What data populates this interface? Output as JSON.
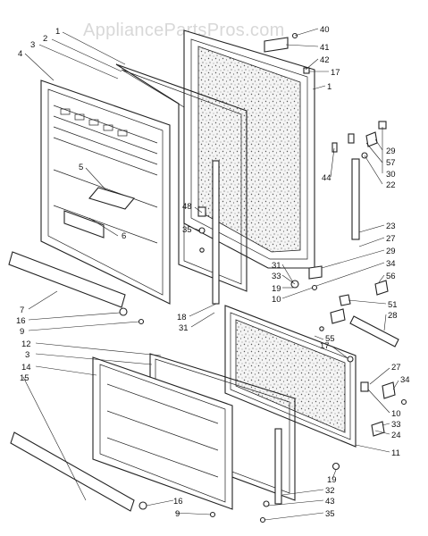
{
  "watermark": "AppliancePartsPros.com",
  "callouts": {
    "top_left": [
      "1",
      "2",
      "3",
      "4",
      "5",
      "6",
      "7",
      "16",
      "9"
    ],
    "top_middle": [
      "48",
      "35",
      "18",
      "31"
    ],
    "top_right": [
      "40",
      "41",
      "42",
      "17",
      "1",
      "44",
      "29",
      "57",
      "30",
      "22",
      "23",
      "27",
      "29",
      "34",
      "56",
      "31",
      "33",
      "19",
      "10",
      "51",
      "28"
    ],
    "bottom_left": [
      "12",
      "3",
      "14",
      "15",
      "16",
      "9"
    ],
    "bottom_middle": [
      "55",
      "17",
      "19",
      "32",
      "43",
      "35"
    ],
    "bottom_right": [
      "27",
      "34",
      "10",
      "33",
      "24",
      "11"
    ]
  }
}
